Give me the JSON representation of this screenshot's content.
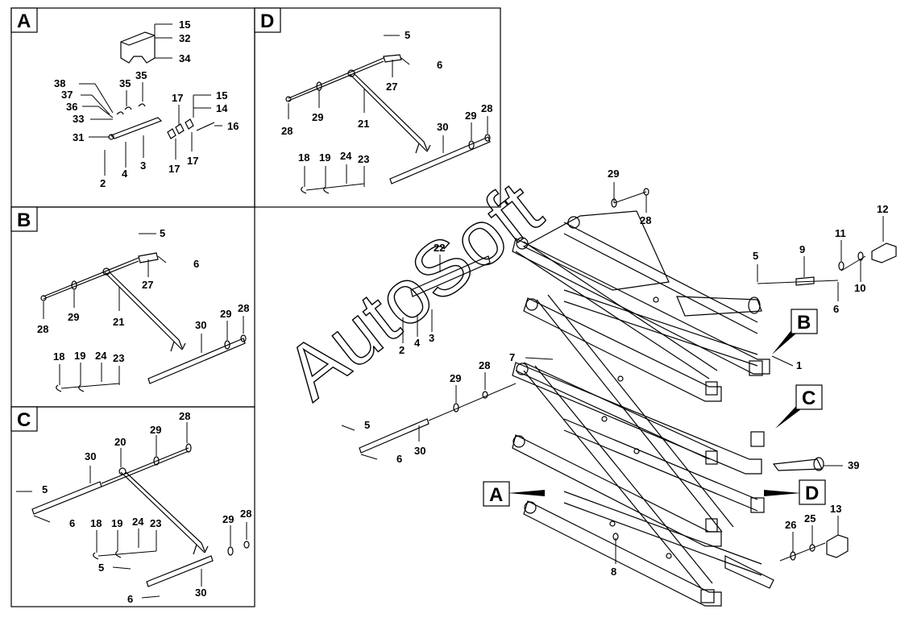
{
  "watermark": "AutoSoft",
  "panels": {
    "A": {
      "letter": "A",
      "labels": [
        "15",
        "32",
        "34",
        "38",
        "37",
        "36",
        "33",
        "35",
        "35",
        "17",
        "15",
        "14",
        "16",
        "31",
        "2",
        "4",
        "3",
        "17",
        "17"
      ]
    },
    "B": {
      "letter": "B",
      "labels": [
        "5",
        "6",
        "27",
        "28",
        "29",
        "21",
        "30",
        "29",
        "28",
        "18",
        "19",
        "24",
        "23"
      ]
    },
    "C": {
      "letter": "C",
      "labels": [
        "28",
        "20",
        "29",
        "30",
        "5",
        "6",
        "18",
        "19",
        "24",
        "23",
        "29",
        "28",
        "5",
        "6",
        "30"
      ]
    },
    "D": {
      "letter": "D",
      "labels": [
        "5",
        "6",
        "27",
        "28",
        "29",
        "21",
        "30",
        "29",
        "28",
        "18",
        "19",
        "24",
        "23"
      ]
    }
  },
  "main": {
    "labels": [
      "29",
      "28",
      "12",
      "22",
      "5",
      "9",
      "11",
      "10",
      "6",
      "2",
      "4",
      "3",
      "1",
      "7",
      "29",
      "28",
      "5",
      "30",
      "6",
      "39",
      "13",
      "26",
      "25",
      "8"
    ],
    "callouts": [
      "B",
      "C",
      "A",
      "D"
    ]
  }
}
